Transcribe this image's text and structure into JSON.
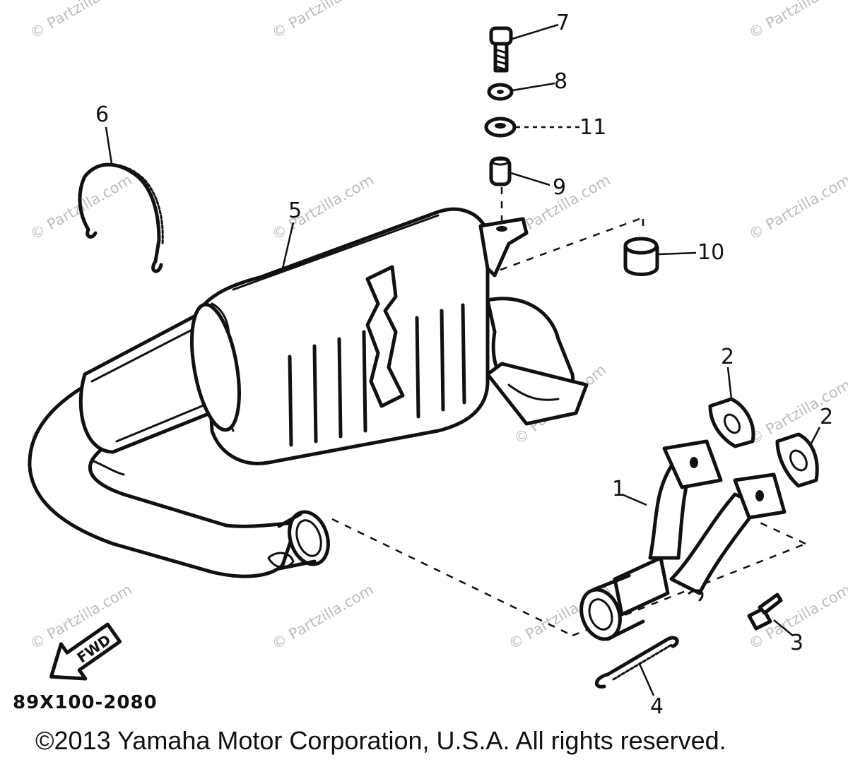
{
  "callouts": {
    "p1": "1",
    "p2a": "2",
    "p2b": "2",
    "p3": "3",
    "p4": "4",
    "p5": "5",
    "p6": "6",
    "p7": "7",
    "p8": "8",
    "p9": "9",
    "p10": "10",
    "p11": "11"
  },
  "fwd_label": "FWD",
  "diagram_code": "89X100-2080",
  "copyright": "©2013  Yamaha Motor Corporation, U.S.A. All rights reserved.",
  "watermark": "© Partzilla.com"
}
